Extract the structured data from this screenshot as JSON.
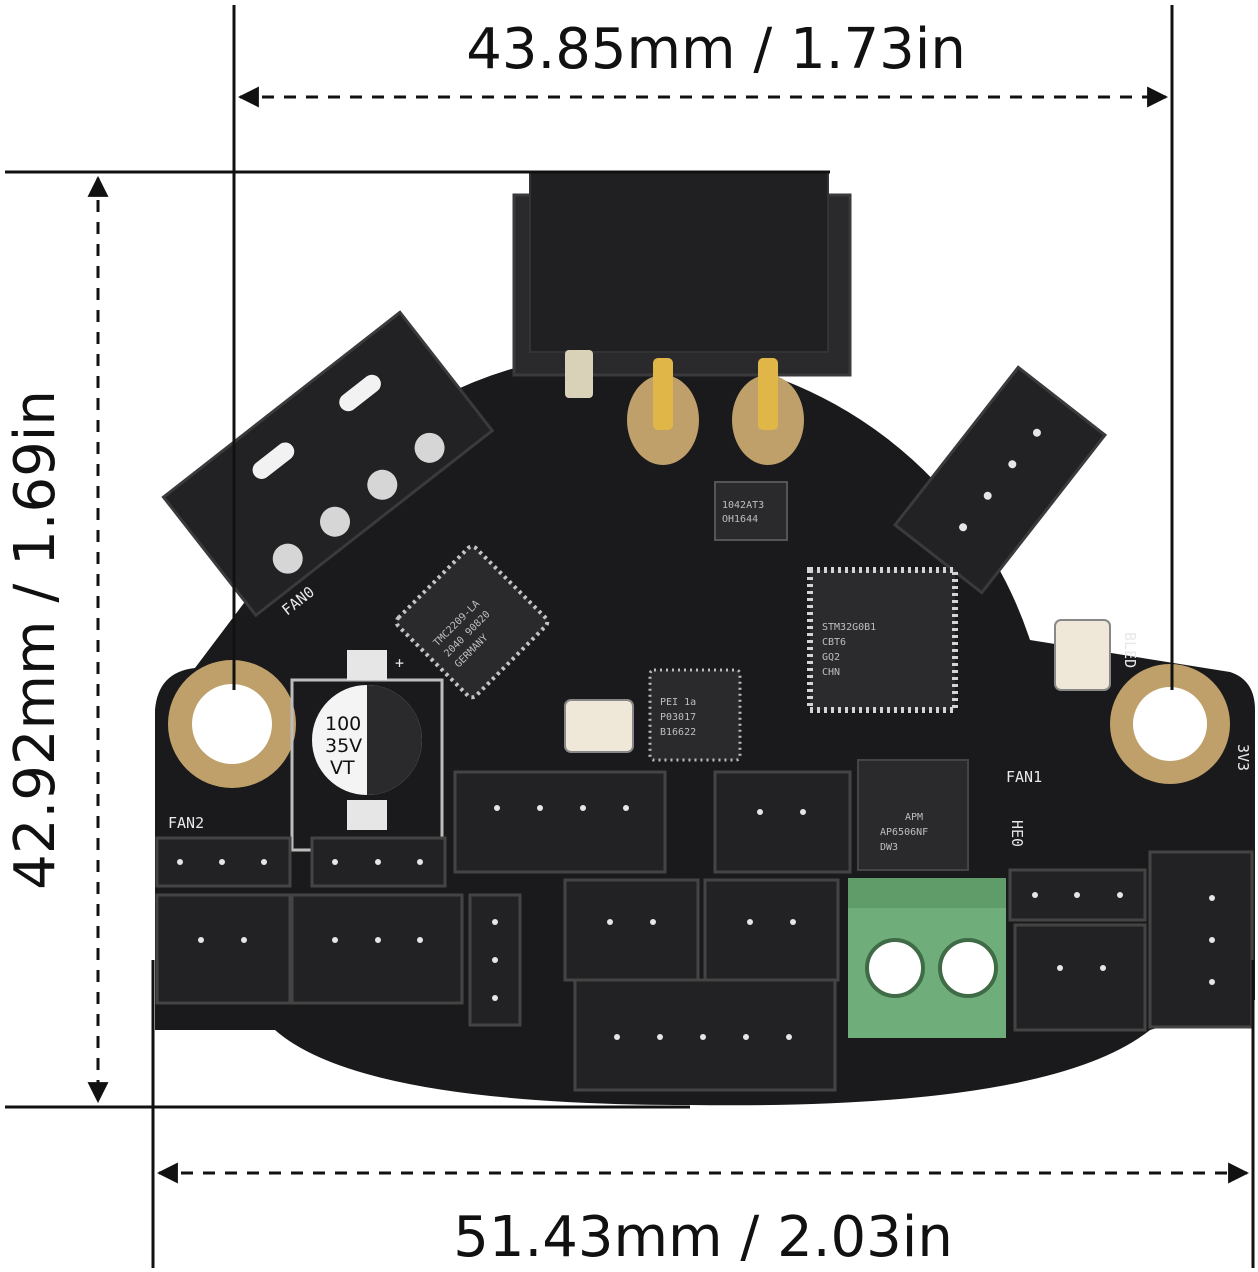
{
  "dimensions": {
    "top_width": "43.85mm / 1.73in",
    "height": "42.92mm / 1.69in",
    "bottom_width": "51.43mm / 2.03in"
  },
  "silkscreen": {
    "fan0": "FAN0",
    "fan1": "FAN1",
    "fan2": "FAN2",
    "he0": "HE0",
    "bled": "BLED",
    "v3": "3V3",
    "plus": "+"
  },
  "capacitor": {
    "line1": "100",
    "line2": "35V",
    "line3": "VT"
  },
  "chips": {
    "driver_line1": "TMC2209-LA",
    "driver_line2": "2040 90820",
    "driver_line3": "GERMANY",
    "mcu_line1": "STM32G0B1",
    "mcu_line2": "CBT6",
    "mcu_line3": "GQ2",
    "mcu_line4": "CHN",
    "mosfet_line1": "APM",
    "mosfet_line2": "AP6506NF",
    "mosfet_line3": "DW3",
    "accel_line1": "PEI 1a",
    "accel_line2": "P03017",
    "accel_line3": "B16622",
    "sot_line1": "1042AT3",
    "sot_line2": "OH1644"
  },
  "colors": {
    "board": "#1a1a1c",
    "pad_gold": "#bfa06a",
    "terminal_green": "#6fae7a",
    "connector": "#222224"
  }
}
